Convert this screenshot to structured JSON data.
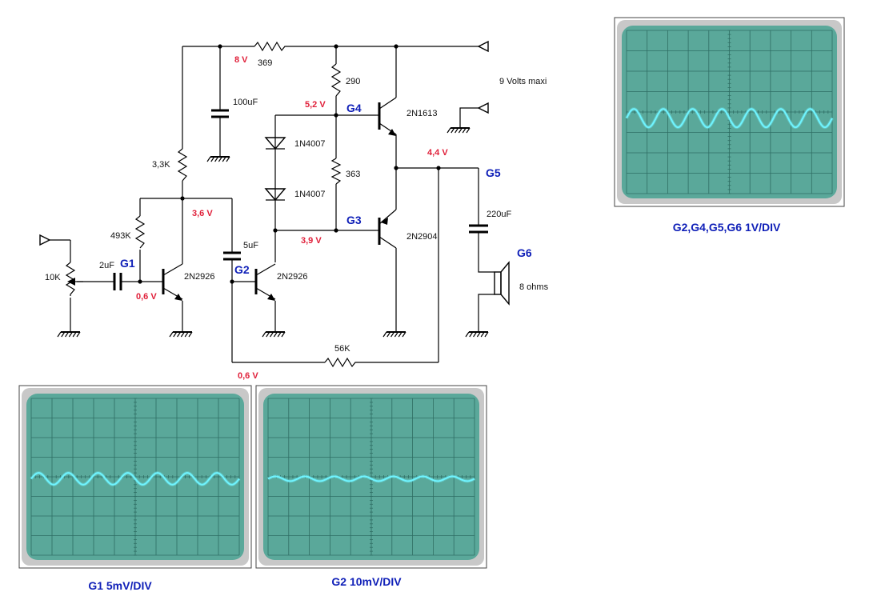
{
  "colors": {
    "voltage": "#e0203a",
    "testpoint": "#1020b8",
    "scope_face": "#5aa89a",
    "scope_bezel": "#c8c8c8",
    "trace": "#6ff4ff",
    "caption": "#1020b8"
  },
  "supply": {
    "label": "9 Volts maxi"
  },
  "components": {
    "r369": "369",
    "r290": "290",
    "r3k3": "3,3K",
    "r493k": "493K",
    "r363": "363",
    "r56k": "56K",
    "pot": "10K",
    "c100u": "100uF",
    "c2u": "2uF",
    "c5u": "5uF",
    "c220u": "220uF",
    "d1": "1N4007",
    "d2": "1N4007",
    "q1": "2N2926",
    "q2": "2N2926",
    "q3": "2N2904",
    "q4": "2N1613",
    "speaker": "8 ohms"
  },
  "voltages": {
    "v8": "8 V",
    "v52": "5,2 V",
    "v44": "4,4 V",
    "v36": "3,6 V",
    "v39": "3,9 V",
    "v06a": "0,6 V",
    "v06b": "0,6 V"
  },
  "testpoints": {
    "g1": "G1",
    "g2": "G2",
    "g3": "G3",
    "g4": "G4",
    "g5": "G5",
    "g6": "G6"
  },
  "scopes": [
    {
      "caption": "G2,G4,G5,G6 1V/DIV",
      "cycles": 7,
      "amplitude_div": 0.45,
      "offset_div": 0.3
    },
    {
      "caption": "G1 5mV/DIV",
      "cycles": 7,
      "amplitude_div": 0.3,
      "offset_div": 0.1
    },
    {
      "caption": "G2 10mV/DIV",
      "cycles": 7,
      "amplitude_div": 0.12,
      "offset_div": 0.1
    }
  ]
}
